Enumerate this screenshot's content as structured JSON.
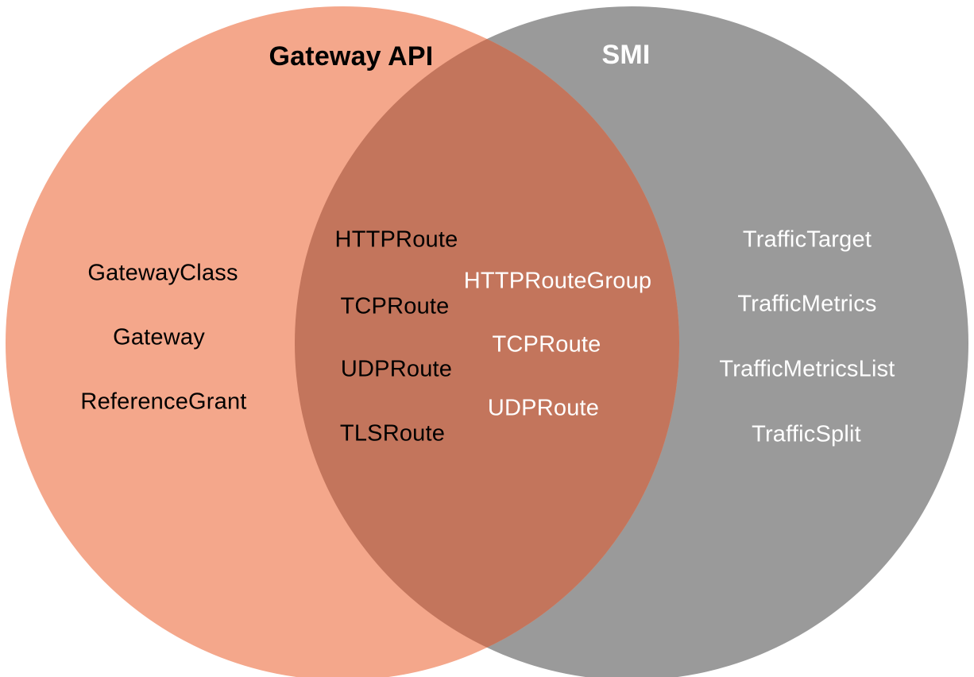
{
  "venn": {
    "left": {
      "title": "Gateway API",
      "color": "#F4A78B",
      "text_color": "#000000",
      "items": [
        "GatewayClass",
        "Gateway",
        "ReferenceGrant"
      ]
    },
    "right": {
      "title": "SMI",
      "color": "#9A9A9A",
      "text_color": "#FFFFFF",
      "items": [
        "TrafficTarget",
        "TrafficMetrics",
        "TrafficMetricsList",
        "TrafficSplit"
      ]
    },
    "overlap": {
      "color": "#C3755C",
      "gateway_api_items": [
        "HTTPRoute",
        "TCPRoute",
        "UDPRoute",
        "TLSRoute"
      ],
      "smi_items": [
        "HTTPRouteGroup",
        "TCPRoute",
        "UDPRoute"
      ]
    }
  }
}
